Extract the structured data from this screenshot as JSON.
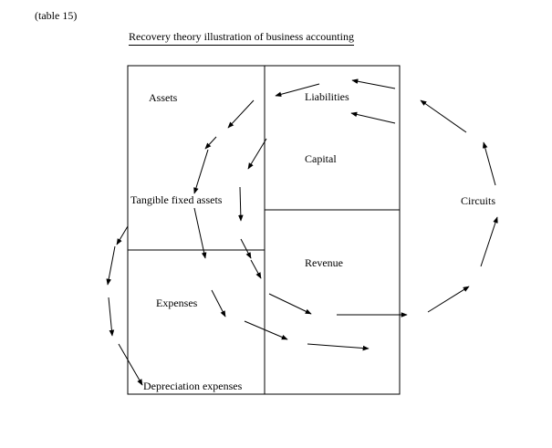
{
  "table_tag": "(table 15)",
  "title": "Recovery theory illustration of business accounting",
  "labels": {
    "assets": "Assets",
    "liabilities": "Liabilities",
    "capital": "Capital",
    "tangible_fixed_assets": "Tangible fixed assets",
    "revenue": "Revenue",
    "expenses": "Expenses",
    "depreciation_expenses": "Depreciation expenses",
    "circuits": "Circuits"
  },
  "colors": {
    "ink": "#000000",
    "background": "#ffffff"
  }
}
